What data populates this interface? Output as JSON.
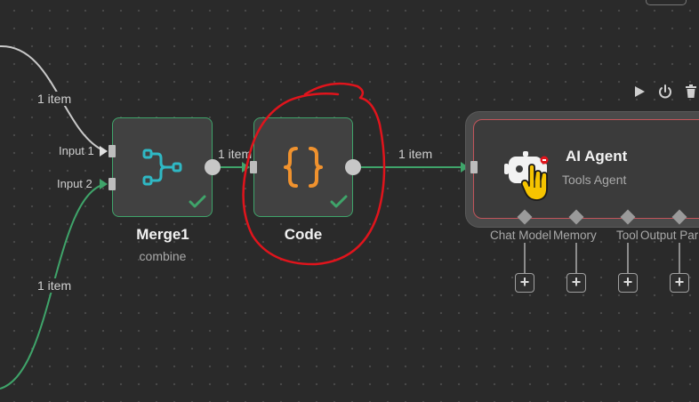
{
  "edges": {
    "top_input_label": "1 item",
    "bottom_input_label": "1 item",
    "merge_to_code_label": "1 item",
    "code_to_agent_label": "1 item"
  },
  "merge_node": {
    "title": "Merge1",
    "subtitle": "combine",
    "input_1_label": "Input 1",
    "input_2_label": "Input 2",
    "status": "success"
  },
  "code_node": {
    "title": "Code",
    "status": "success"
  },
  "agent_node": {
    "title": "AI Agent",
    "subtitle": "Tools Agent",
    "sub_inputs": [
      "Chat Model",
      "Memory",
      "Tool",
      "Output Par"
    ]
  },
  "colors": {
    "success": "#3fa46a",
    "merge_icon": "#2fb8c4",
    "code_icon": "#f0922e",
    "agent_error": "#c2555b",
    "annotation": "#e0141c",
    "hand_cursor": "#f6c400"
  }
}
